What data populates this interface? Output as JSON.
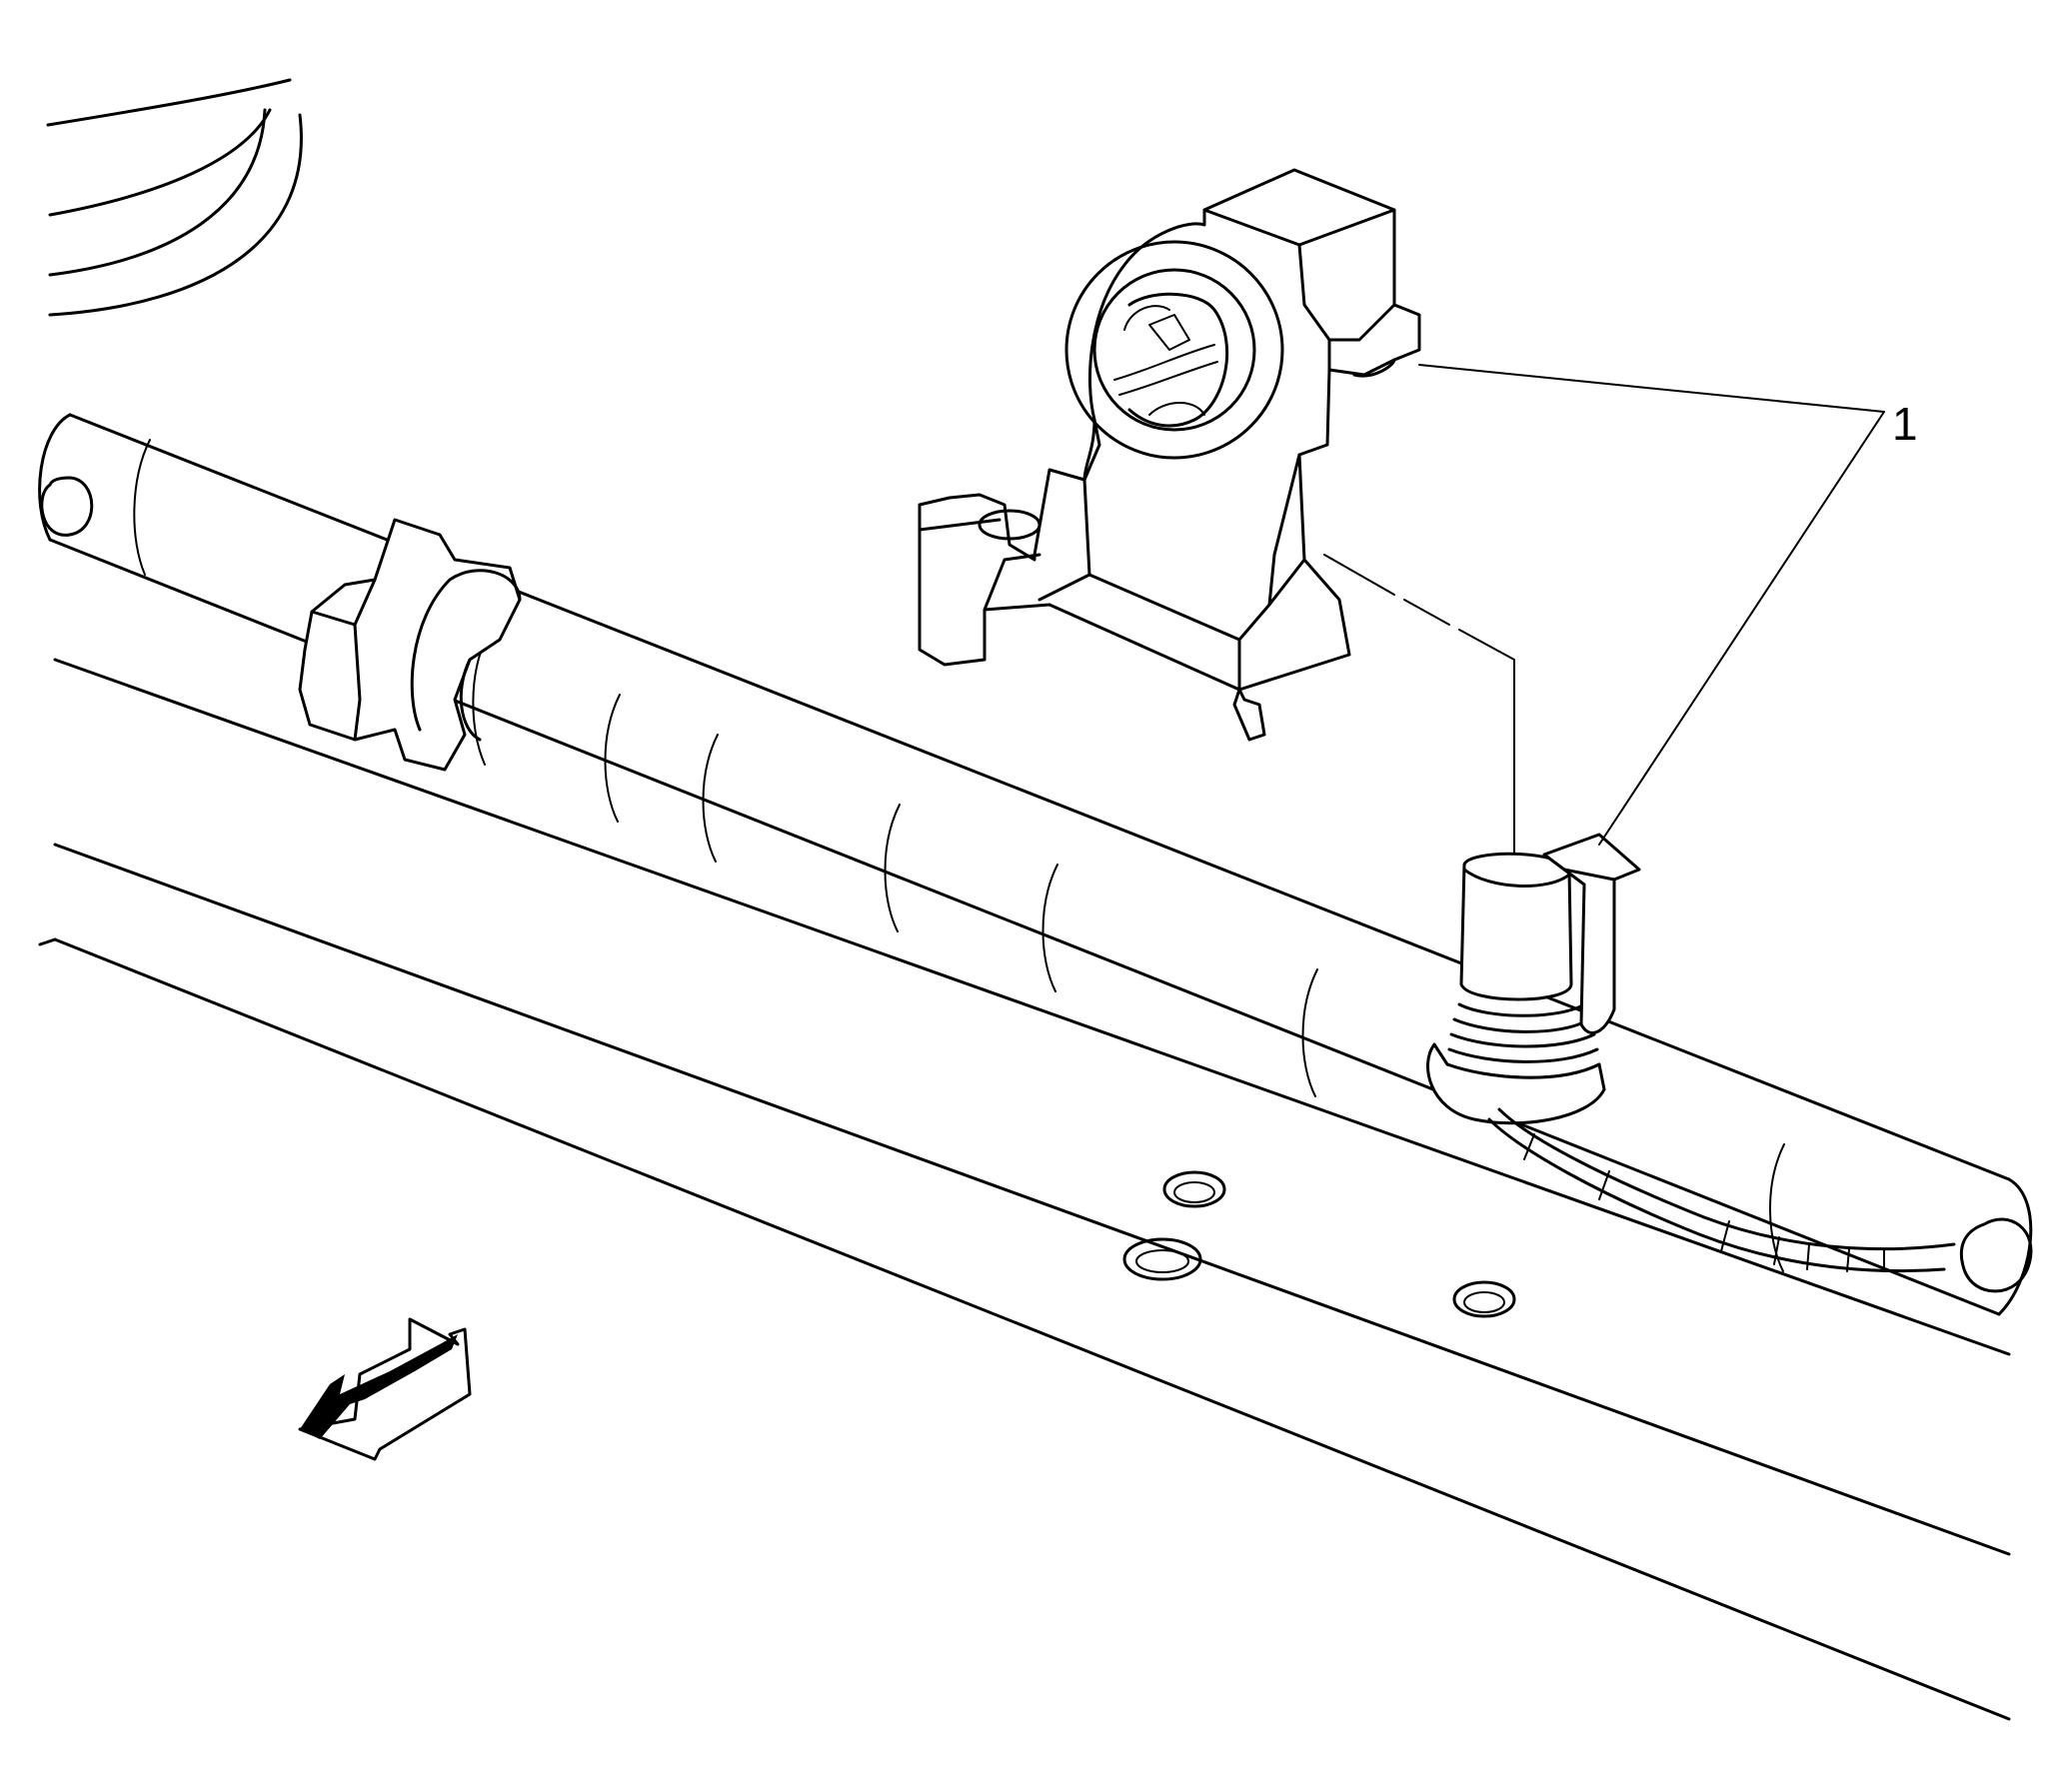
{
  "diagram": {
    "callouts": [
      {
        "id": "callout-1",
        "label": "1"
      }
    ],
    "components": [
      {
        "name": "wiring-harness-conduit"
      },
      {
        "name": "connector-mounting-bracket"
      },
      {
        "name": "harness-electrical-connector"
      },
      {
        "name": "harness-retainer-clip"
      },
      {
        "name": "frame-rail"
      },
      {
        "name": "forward-direction-arrow-icon"
      }
    ],
    "colors": {
      "line": "#000000",
      "background": "#ffffff"
    }
  }
}
